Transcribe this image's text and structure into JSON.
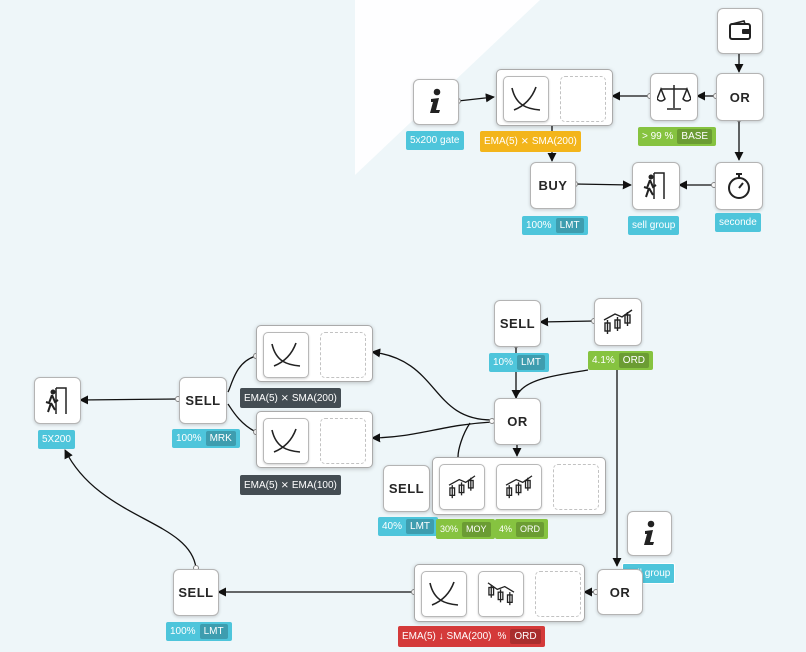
{
  "colors": {
    "teal": "#4ec5db",
    "green": "#86c340",
    "yellow": "#f3b51b",
    "dark": "#444d53",
    "red": "#d43a3a"
  },
  "nodes": {
    "wallet": {
      "icon": "wallet-icon"
    },
    "or_top": {
      "label": "OR"
    },
    "balance": {
      "icon": "balance-scale-icon"
    },
    "info_top": {
      "icon": "info-icon"
    },
    "stopwatch": {
      "icon": "stopwatch-icon"
    },
    "buy": {
      "label": "BUY"
    },
    "sell_group_top": {
      "icon": "exit-door-icon"
    },
    "sell_mid": {
      "label": "SELL"
    },
    "chart_up": {
      "icon": "candlestick-up-icon"
    },
    "or_mid": {
      "label": "OR"
    },
    "sell_left": {
      "label": "SELL"
    },
    "exit_left": {
      "icon": "exit-door-icon"
    },
    "sell_40": {
      "label": "SELL"
    },
    "info_bottom": {
      "icon": "info-icon"
    },
    "or_bottom": {
      "label": "OR"
    },
    "sell_bottom": {
      "label": "SELL"
    }
  },
  "labels": {
    "gate": "5x200 gate",
    "ema_sma_top": "EMA(5) ⨯ SMA(200)",
    "base_pct": "> 99 %",
    "base_tag": "BASE",
    "buy_pct": "100%",
    "buy_tag": "LMT",
    "sell_group": "sell group",
    "seconde": "seconde",
    "sell_mid_pct": "10%",
    "sell_mid_tag": "LMT",
    "ord_pct": "4.1%",
    "ord_tag": "ORD",
    "ema_sma_left": "EMA(5) ⨯ SMA(200)",
    "ema_ema_left": "EMA(5) ⨯ EMA(100)",
    "exit_left": "5X200",
    "mrk_pct": "100%",
    "mrk_tag": "MRK",
    "sell40_pct": "40%",
    "sell40_tag": "LMT",
    "moy_pct": "30%",
    "moy_tag": "MOY",
    "ord2_pct": "4%",
    "ord2_tag": "ORD",
    "sell_group_bottom": "sell group",
    "sell_bottom_pct": "100%",
    "sell_bottom_tag": "LMT",
    "red_text": "EMA(5) ↓ SMA(200)",
    "red_pct": "%",
    "red_tag": "ORD"
  }
}
